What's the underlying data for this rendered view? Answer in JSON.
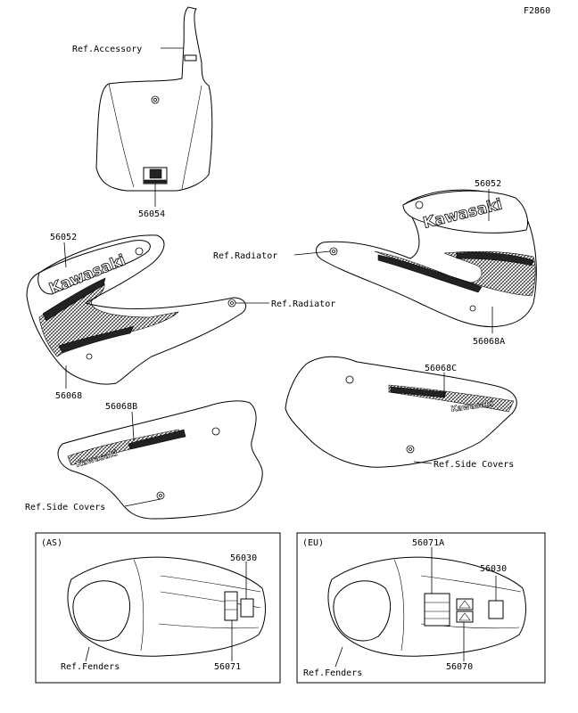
{
  "figure_code": "F2860",
  "refs": {
    "accessory": "Ref.Accessory",
    "radiator_left": "Ref.Radiator",
    "radiator_right": "Ref.Radiator",
    "side_covers_left": "Ref.Side Covers",
    "side_covers_right": "Ref.Side Covers",
    "fenders_as": "Ref.Fenders",
    "fenders_eu": "Ref.Fenders"
  },
  "parts": {
    "p56054": "56054",
    "p56052_left": "56052",
    "p56052_right": "56052",
    "p56068": "56068",
    "p56068A": "56068A",
    "p56068B": "56068B",
    "p56068C": "56068C",
    "p56030_as": "56030",
    "p56071": "56071",
    "p56030_eu": "56030",
    "p56071A": "56071A",
    "p56070": "56070"
  },
  "decal_text": {
    "shroud_logo": "Kawasaki"
  },
  "boxes": {
    "as_label": "(AS)",
    "eu_label": "(EU)"
  }
}
